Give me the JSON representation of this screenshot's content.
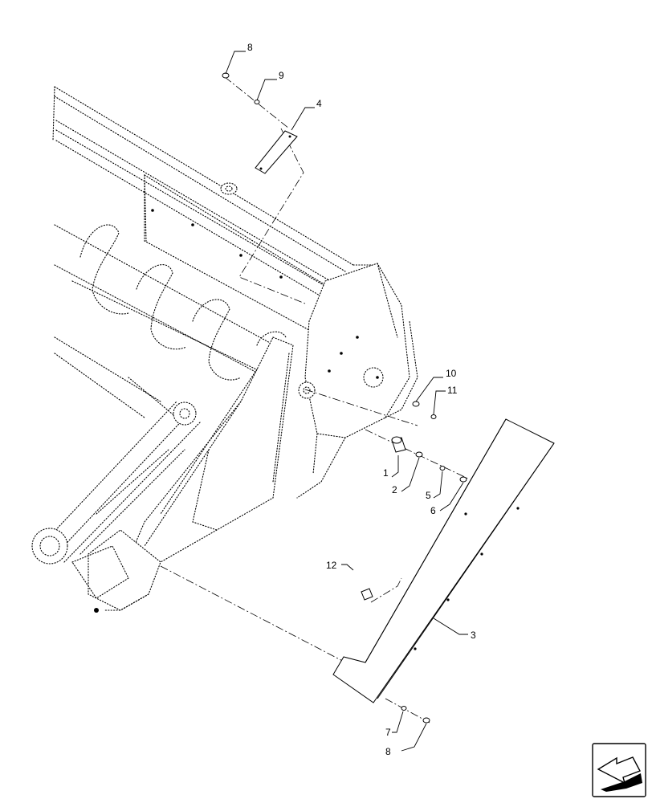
{
  "callouts": {
    "c1": "1",
    "c2": "2",
    "c3": "3",
    "c4": "4",
    "c5": "5",
    "c6": "6",
    "c7": "7",
    "c8_top": "8",
    "c8_bottom": "8",
    "c9": "9",
    "c10": "10",
    "c11": "11",
    "c12": "12"
  },
  "nav_icon": "previous-page-arrow-icon"
}
